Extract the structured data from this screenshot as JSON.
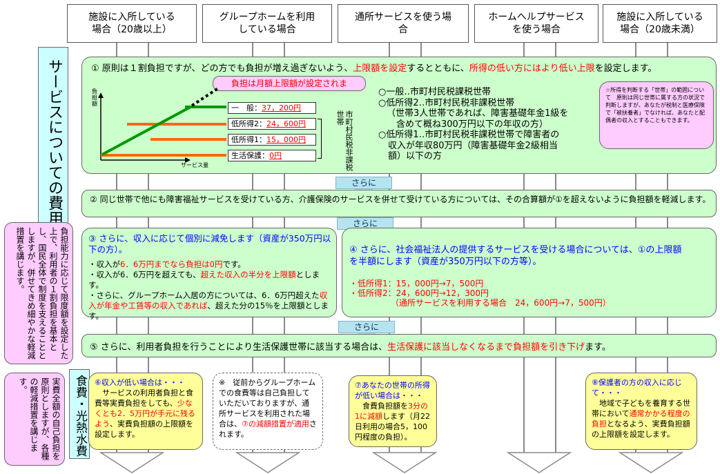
{
  "headers": [
    "施設に入所している\n場合（20歳以上）",
    "グループホームを利用\nしている場合",
    "通所サービスを使う場\n合",
    "ホームヘルプサービス\nを使う場合",
    "施設に入所している\n場合（20歳未満）"
  ],
  "left": {
    "service_fee_label": "サービスについての費用",
    "service_note": "負担能力に応じて限度額を設定した上で、利用者の１割負担を基本とし、国民全体で制度を支えることとしますが、併せてきめ細やかな軽減措置を講じます。",
    "food_label": "食費・光熱水費",
    "food_note": "実費全額の自己負担を原則としますが、各種の軽減措置を講じます。"
  },
  "section1": {
    "num": "①",
    "text_a": "原則は１割負担ですが、どの方でも負担が増え過ぎないよう、",
    "text_red1": "上限額を設定",
    "text_b": "するとともに、",
    "text_red2": "所得の低い方にはより低い上限",
    "text_c": "を設定します。",
    "callout": "負担は月額上限額が設定されま",
    "chart": {
      "y_label": "負担額",
      "x_label": "サービス量",
      "tiers": [
        {
          "label": "一　般：",
          "amount": "37，200円"
        },
        {
          "label": "低所得2：",
          "amount": "24，600円"
        },
        {
          "label": "低所得1：",
          "amount": "15，000円"
        },
        {
          "label": "生活保護：",
          "amount": "0円"
        }
      ],
      "vertical_label": "市町村民税非課税世帯"
    },
    "definitions": [
      "○一般‥市町村民税課税世帯",
      "○低所得2‥市町村民税非課税世帯",
      "（世帯3人世帯であれば、障害基礎年金1級を",
      "含めて概ね300万円以下の年収の方）",
      "○低所得1‥市町村民税非課税世帯で障害者の",
      "収入が年収80万円（障害基礎年金2級相当",
      "額）以下の方"
    ],
    "note_balloon": "☆所得を判断する「世帯」の範囲について　原則は同じ世帯に属する方の状況で判断しますが、あなたが税制と医療保険で「被扶養者」でなければ、あなたと配偶者の収入とすることもできます。"
  },
  "sarani": "さらに",
  "section2": {
    "num": "②",
    "text": "同じ世帯で他にも障害福祉サービスを受けている方、介護保険のサービスを併せて受けている方については、その合算額が①を超えないように負担額を軽減します。"
  },
  "section3": {
    "num": "③",
    "title": "さらに、収入に応じて個別に減免します（資産が350万円以下の方）。",
    "b1_a": "・収入が",
    "b1_red": "6．6万円までなら負担は0円",
    "b1_b": "です。",
    "b2_a": "・収入が6．6万円を超えても、",
    "b2_red": "超えた収入の半分を上限額",
    "b2_b": "とします。",
    "b3_a": "・さらに、グループホーム入居の方については、6．6万円超えた",
    "b3_red": "収入が年金や工賃等の収入であれば",
    "b3_b": "、超えた分の15％を上限額とします。"
  },
  "section4": {
    "num": "④",
    "title": "さらに、社会福祉法人の提供するサービスを受ける場合については、①の上限額を半額にします（資産が350万円以下の方等）。",
    "lines": [
      "・低所得1：15，000円→7，500円",
      "・低所得2：24，600円→12，300円",
      "（通所サービスを利用する場合　24，600円→7，500円）"
    ]
  },
  "section5": {
    "num": "⑤",
    "text_a": "さらに、利用者負担を行うことにより生活保護世帯に該当する場合は、",
    "text_red": "生活保護に該当しなくなるまで負担額を引き下げ",
    "text_b": "ます。"
  },
  "bottom": {
    "b6": {
      "title": "⑥収入が低い場合は・・・",
      "text_a": "サービスの利用者負担と食費等実費負担をしても、",
      "text_red": "少なくとも2．5万円が手元に残るよう",
      "text_b": "、実費負担額の上限額を設定します。"
    },
    "note": {
      "text_a": "※　従前からグループホームでの食費等は自己負担していただいておりますが、通所サービスを利用された場合は、",
      "text_red": "⑦の減額措置が適用",
      "text_b": "されます。"
    },
    "b7": {
      "title": "⑦あなたの世帯の所得が低い場合は・・・",
      "text_a": "食費負担額を",
      "text_red": "3分の1に減額",
      "text_b": "します（月22日利用の場合5，100円程度の負担）。"
    },
    "b8": {
      "title": "⑧保護者の方の収入に応じて・・・",
      "text_a": "地域で子どもを養育する世帯において",
      "text_red": "通常かかる程度の負担",
      "text_b": "となるよう、実費負担額の上限額を設定します。"
    }
  }
}
